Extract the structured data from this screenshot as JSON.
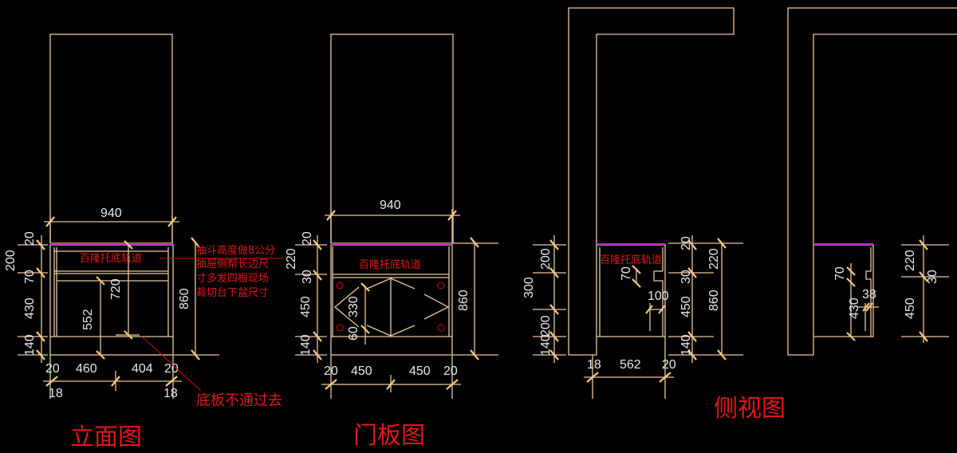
{
  "elevation": {
    "title": "立面图",
    "rail_label": "百隆托底轨道",
    "note_lines": [
      "抽斗高度做8公分",
      "抽屉侧帮长边尺",
      "寸多发四根现场",
      "裁切台下盆尺寸"
    ],
    "bottom_note": "底板不通过去",
    "dims": {
      "width": "940",
      "left_20": "20",
      "left_200": "200",
      "left_70": "70",
      "left_430": "430",
      "left_140": "140",
      "h720": "720",
      "h552": "552",
      "h860": "860",
      "b20a": "20",
      "b460": "460",
      "b404": "404",
      "b20b": "20",
      "b18a": "18",
      "b18b": "18"
    }
  },
  "door": {
    "title": "门板图",
    "rail_label": "百隆托底轨道",
    "dims": {
      "width": "940",
      "l20": "20",
      "l220": "220",
      "l30": "30",
      "l450": "450",
      "l140": "140",
      "d330": "330",
      "d60": "60",
      "h860": "860",
      "b20a": "20",
      "b450a": "450",
      "b450b": "450",
      "b20b": "20"
    }
  },
  "side": {
    "title": "侧视图",
    "rail_label": "百隆托底轨道",
    "dims": {
      "l300": "300",
      "l200a": "200",
      "l200b": "200",
      "l140a": "140",
      "d70": "70",
      "d100": "100",
      "r20": "20",
      "r30": "30",
      "r450": "450",
      "r140": "140",
      "r220": "220",
      "r860": "860",
      "b18": "18",
      "b562": "562",
      "b20": "20"
    }
  },
  "side2": {
    "dims": {
      "d70": "70",
      "d430": "430",
      "d38": "38",
      "r220": "220",
      "r30": "30",
      "r450": "450"
    }
  },
  "colors": {
    "background": "#000000",
    "line": "#e8c8a0",
    "text": "#e8e8e8",
    "annotation": "#e01818",
    "rail": "#c020c8"
  }
}
